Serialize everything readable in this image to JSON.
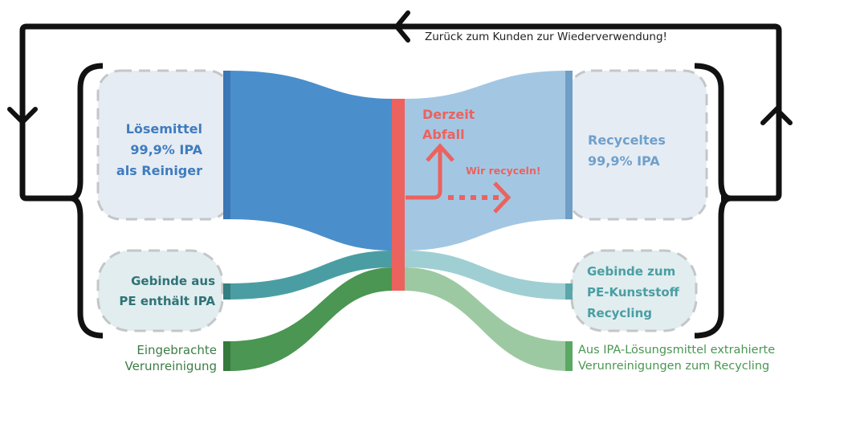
{
  "colors": {
    "solvent_blue": "#4a8fcb",
    "solvent_blue_dark": "#3b76b5",
    "recycled_blue": "#a3c7e3",
    "recycled_blue_dark": "#6f9ec6",
    "container_teal": "#4a9ea3",
    "container_teal_dark": "#347d80",
    "container_teal_light": "#9fcfd3",
    "contaminant_green": "#4a9652",
    "contaminant_green_dark": "#357a3c",
    "contaminant_green_light": "#9dc9a2",
    "waste_red": "#ec625e",
    "box_fill": "#e6ecf3",
    "box_fill_teal": "#e1edef",
    "box_border": "#c4c6c8",
    "bracket_black": "#111111"
  },
  "loop_label": "Zurück zum Kunden zur Wiederverwendung!",
  "nodes": {
    "left": [
      {
        "id": "solvent",
        "lines": [
          "Lösemittel",
          "99,9% IPA",
          "als Reiniger"
        ]
      },
      {
        "id": "container",
        "lines": [
          "Gebinde aus",
          "PE enthält IPA"
        ]
      },
      {
        "id": "contaminant",
        "lines": [
          "Eingebrachte",
          "Verunreinigung"
        ]
      }
    ],
    "center": {
      "id": "process",
      "waste_label": [
        "Derzeit",
        "Abfall"
      ],
      "recycle_label": "Wir recyceln!"
    },
    "right": [
      {
        "id": "recycled_ipa",
        "lines": [
          "Recyceltes",
          "99,9% IPA"
        ]
      },
      {
        "id": "container_recycling",
        "lines": [
          "Gebinde zum",
          "PE-Kunststoff",
          "Recycling"
        ]
      },
      {
        "id": "extracted_contaminants",
        "lines": [
          "Aus IPA-Lösungsmittel extrahierte",
          "Verunreinigungen zum Recycling"
        ]
      }
    ]
  },
  "flows": [
    {
      "from": "Lösemittel 99,9% IPA als Reiniger",
      "to": "Prozess",
      "share": 0.79
    },
    {
      "from": "Gebinde aus PE enthält IPA",
      "to": "Prozess",
      "share": 0.09
    },
    {
      "from": "Eingebrachte Verunreinigung",
      "to": "Prozess",
      "share": 0.12
    },
    {
      "from": "Prozess",
      "to": "Recyceltes 99,9% IPA",
      "share": 0.79
    },
    {
      "from": "Prozess",
      "to": "Gebinde zum PE-Kunststoff Recycling",
      "share": 0.09
    },
    {
      "from": "Prozess",
      "to": "Aus IPA-Lösungsmittel extrahierte Verunreinigungen zum Recycling",
      "share": 0.12
    }
  ]
}
